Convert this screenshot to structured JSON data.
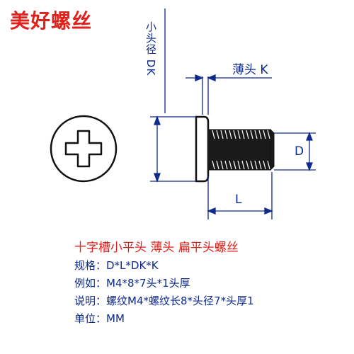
{
  "brand": "美好螺丝",
  "dimensions": {
    "head_diameter": "小头径 DK",
    "head_thickness": "薄头 K",
    "thread_diameter": "D",
    "length": "L"
  },
  "spec": {
    "title": "十字槽小平头 薄头 扁平头螺丝",
    "lines": [
      "规格：D*L*DK*K",
      "例如：M4*8*7头*1头厚",
      "说明：螺纹M4*螺纹长8*头径7*头厚1",
      "单位：MM"
    ]
  },
  "colors": {
    "brand_red": "#e0201a",
    "dimension_blue": "#0e2a8c",
    "drawing_black": "#111111"
  }
}
